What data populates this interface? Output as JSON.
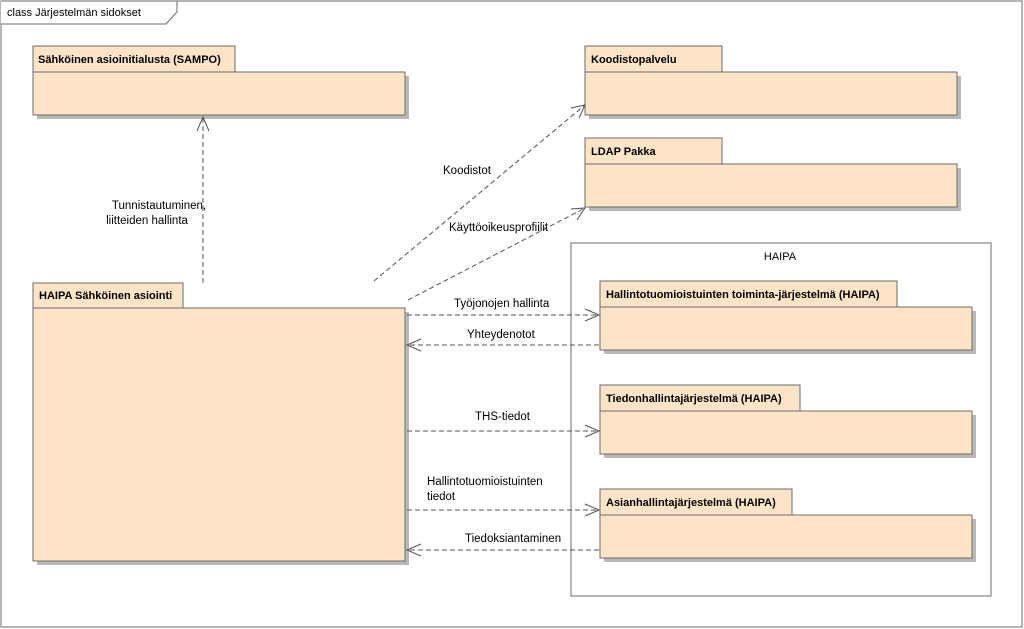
{
  "frame": {
    "title": "class Järjestelmän sidokset"
  },
  "packages": {
    "sampo": "Sähköinen asioinitialusta (SAMPO)",
    "koodisto": "Koodistopalvelu",
    "ldap": "LDAP Pakka",
    "haipa_asiointi": "HAIPA Sähköinen asiointi",
    "haipa_group": "HAIPA",
    "hallintotuomioistuinten": "Hallintotuomioistuinten toiminta-järjestelmä (HAIPA)",
    "tiedonhallinta": "Tiedonhallintajärjestelmä (HAIPA)",
    "asianhallinta": "Asianhallintajärjestelmä (HAIPA)"
  },
  "edges": {
    "tunnistautuminen_1": "Tunnistautuminen,",
    "tunnistautuminen_2": "liitteiden hallinta",
    "koodistot": "Koodistot",
    "kayttooikeus": "Käyttöoikeusprofiilit",
    "tyojonojen": "Työjonojen hallinta",
    "yhteydenotot": "Yhteydenotot",
    "ths": "THS-tiedot",
    "hallintotuomioistuinten_1": "Hallintotuomioistuinten",
    "hallintotuomioistuinten_2": "tiedot",
    "tiedoksiantaminen": "Tiedoksiantaminen"
  }
}
